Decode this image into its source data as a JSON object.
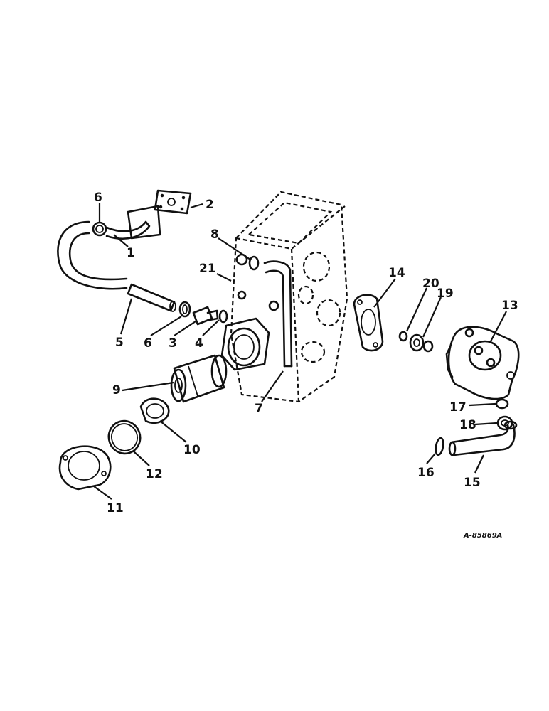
{
  "callouts": {
    "c1": "1",
    "c2": "2",
    "c3": "3",
    "c4": "4",
    "c5": "5",
    "c6a": "6",
    "c6b": "6",
    "c7": "7",
    "c8": "8",
    "c9": "9",
    "c10": "10",
    "c11": "11",
    "c12": "12",
    "c13": "13",
    "c14": "14",
    "c15": "15",
    "c16": "16",
    "c17": "17",
    "c18": "18",
    "c19": "19",
    "c20": "20",
    "c21": "21"
  },
  "reference_code": "A-85869A"
}
